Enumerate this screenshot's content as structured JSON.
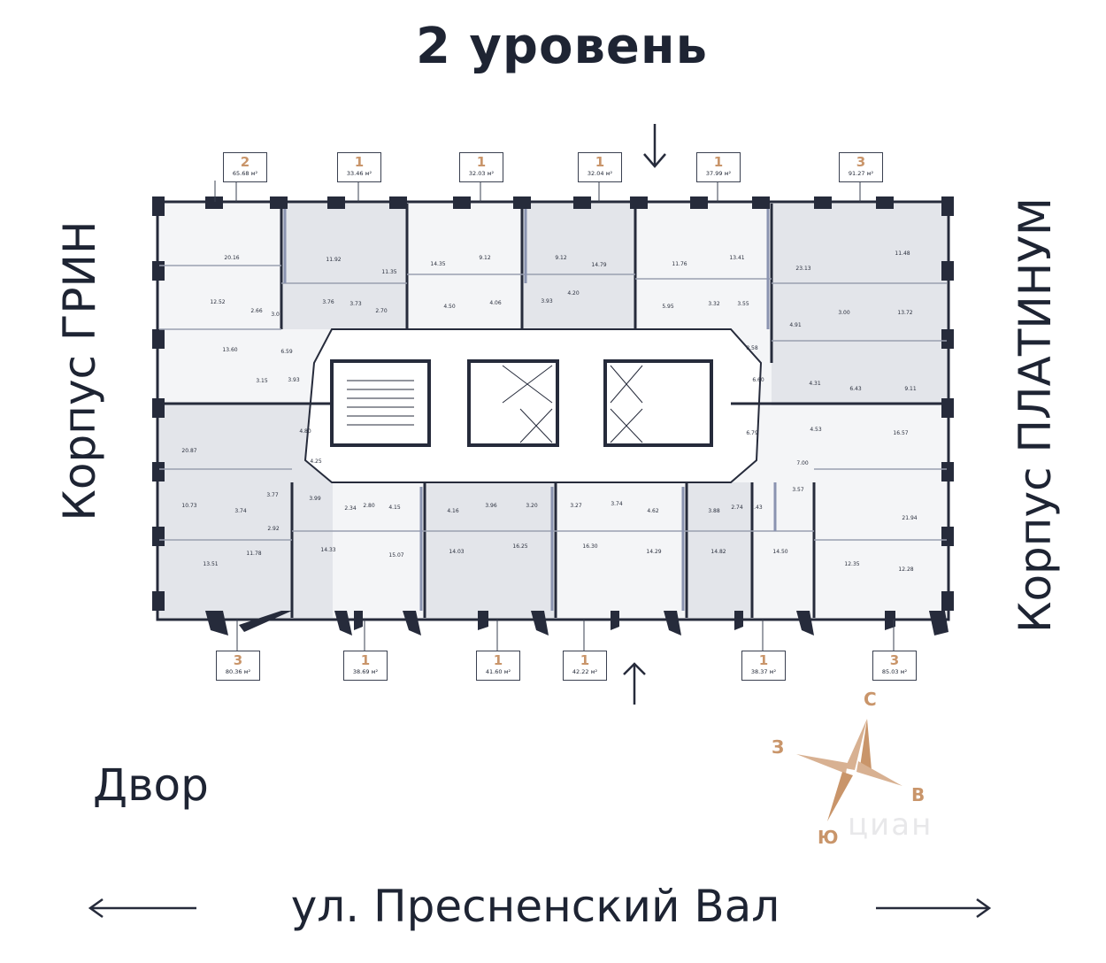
{
  "title": "2 уровень",
  "left_building": "Корпус ГРИН",
  "right_building": "Корпус ПЛАТИНУМ",
  "yard_label": "Двор",
  "street_label": "ул. Пресненский Вал",
  "watermark": "циан",
  "compass": {
    "north": "С",
    "east": "В",
    "south": "Ю",
    "west": "З",
    "color": "#d8b192"
  },
  "colors": {
    "accent": "#c9956a",
    "wall": "#262b3b",
    "highlight": "#8a93b0"
  },
  "apartments_top": [
    {
      "rooms": "2",
      "area": "65.68 м²"
    },
    {
      "rooms": "1",
      "area": "33.46 м²"
    },
    {
      "rooms": "1",
      "area": "32.03 м²"
    },
    {
      "rooms": "1",
      "area": "32.04 м²"
    },
    {
      "rooms": "1",
      "area": "37.99 м²"
    },
    {
      "rooms": "3",
      "area": "91.27 м²"
    }
  ],
  "apartments_bottom": [
    {
      "rooms": "3",
      "area": "80.36 м²"
    },
    {
      "rooms": "1",
      "area": "38.69 м²"
    },
    {
      "rooms": "1",
      "area": "41.60 м²"
    },
    {
      "rooms": "1",
      "area": "42.22 м²"
    },
    {
      "rooms": "1",
      "area": "38.37 м²"
    },
    {
      "rooms": "3",
      "area": "85.03 м²"
    }
  ],
  "room_areas": [
    "20.16",
    "11.92",
    "11.35",
    "14.35",
    "9.12",
    "9.12",
    "14.79",
    "11.76",
    "13.41",
    "23.13",
    "11.48",
    "12.52",
    "2.66",
    "3.07",
    "3.76",
    "3.73",
    "2.70",
    "4.50",
    "4.06",
    "3.93",
    "4.20",
    "5.95",
    "3.32",
    "3.55",
    "3.00",
    "13.72",
    "4.91",
    "13.60",
    "6.59",
    "3.15",
    "3.93",
    "8.58",
    "6.60",
    "4.31",
    "6.43",
    "9.11",
    "20.87",
    "4.80",
    "4.25",
    "6.79",
    "4.53",
    "16.57",
    "7.00",
    "10.73",
    "3.77",
    "3.74",
    "3.99",
    "2.92",
    "2.34",
    "2.80",
    "4.15",
    "4.16",
    "3.96",
    "3.20",
    "3.27",
    "3.74",
    "4.62",
    "3.88",
    "2.74",
    "2.43",
    "3.57",
    "21.94",
    "13.51",
    "11.78",
    "14.33",
    "15.07",
    "14.03",
    "16.25",
    "16.30",
    "14.29",
    "14.82",
    "14.50",
    "12.35",
    "12.28"
  ]
}
